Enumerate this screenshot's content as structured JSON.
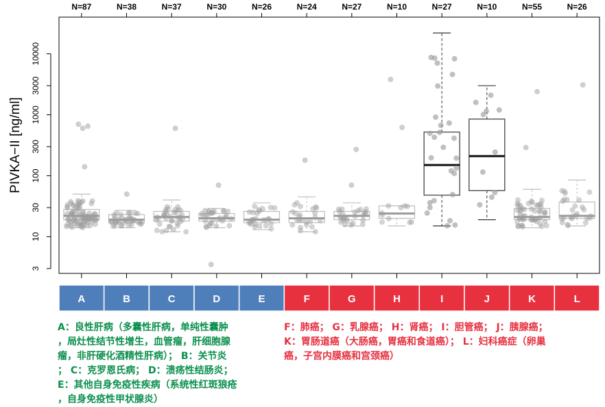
{
  "colors": {
    "benign_group": "#4f7fba",
    "cancer_group": "#e8313f",
    "benign_text": "#0b8f4d",
    "cancer_text": "#e63040",
    "box_default": "#bdbdbd",
    "box_highlight": "#333333",
    "point": "#9e9e9e"
  },
  "chart_data": {
    "type": "box",
    "ylabel": "PIVKA−II [ng/ml]",
    "yscale": "log",
    "ylim": [
      2.5,
      40000
    ],
    "yticks": [
      3,
      10,
      30,
      100,
      300,
      1000,
      3000,
      10000
    ],
    "ytick_labels": [
      "3",
      "10",
      "30",
      "100",
      "300",
      "1000",
      "3000",
      "10000"
    ],
    "groups": [
      {
        "label": "A",
        "n_label": "N=87",
        "category": "benign",
        "stats": {
          "q1": 19,
          "median": 22,
          "q3": 28,
          "whisker_low": 14,
          "whisker_high": 50
        },
        "outliers": [
          140,
          600,
          650,
          700
        ],
        "highlight": false
      },
      {
        "label": "B",
        "n_label": "N=38",
        "category": "benign",
        "stats": {
          "q1": 17,
          "median": 19,
          "q3": 23,
          "whisker_low": 14,
          "whisker_high": 27
        },
        "outliers": [
          50
        ],
        "highlight": false
      },
      {
        "label": "C",
        "n_label": "N=37",
        "category": "benign",
        "stats": {
          "q1": 18,
          "median": 21,
          "q3": 26,
          "whisker_low": 12,
          "whisker_high": 40
        },
        "outliers": [
          600
        ],
        "highlight": false
      },
      {
        "label": "D",
        "n_label": "N=30",
        "category": "benign",
        "stats": {
          "q1": 18,
          "median": 20,
          "q3": 24,
          "whisker_low": 14,
          "whisker_high": 29
        },
        "outliers": [
          3.5,
          70
        ],
        "highlight": false
      },
      {
        "label": "E",
        "n_label": "N=26",
        "category": "benign",
        "stats": {
          "q1": 17,
          "median": 19,
          "q3": 26,
          "whisker_low": 13,
          "whisker_high": 36
        },
        "outliers": [],
        "highlight": false
      },
      {
        "label": "F",
        "n_label": "N=24",
        "category": "cancer",
        "stats": {
          "q1": 17,
          "median": 20,
          "q3": 26,
          "whisker_low": 12,
          "whisker_high": 45
        },
        "outliers": [
          180
        ],
        "highlight": false
      },
      {
        "label": "G",
        "n_label": "N=27",
        "category": "cancer",
        "stats": {
          "q1": 19,
          "median": 22,
          "q3": 26,
          "whisker_low": 15,
          "whisker_high": 36
        },
        "outliers": [
          70,
          270
        ],
        "highlight": false
      },
      {
        "label": "H",
        "n_label": "N=10",
        "category": "cancer",
        "stats": {
          "q1": 20,
          "median": 24,
          "q3": 32,
          "whisker_low": 15,
          "whisker_high": 32
        },
        "outliers": [
          620,
          3800
        ],
        "highlight": false
      },
      {
        "label": "I",
        "n_label": "N=27",
        "category": "cancer",
        "stats": {
          "q1": 48,
          "median": 150,
          "q3": 520,
          "whisker_low": 15,
          "whisker_high": 22000
        },
        "outliers": [],
        "highlight": true
      },
      {
        "label": "J",
        "n_label": "N=10",
        "category": "cancer",
        "stats": {
          "q1": 57,
          "median": 210,
          "q3": 850,
          "whisker_low": 19,
          "whisker_high": 3000
        },
        "outliers": [],
        "highlight": true
      },
      {
        "label": "K",
        "n_label": "N=55",
        "category": "cancer",
        "stats": {
          "q1": 19,
          "median": 21,
          "q3": 29,
          "whisker_low": 14,
          "whisker_high": 60
        },
        "outliers": [
          290,
          2400
        ],
        "highlight": false
      },
      {
        "label": "L",
        "n_label": "N=26",
        "category": "cancer",
        "stats": {
          "q1": 20,
          "median": 22,
          "q3": 37,
          "whisker_low": 15,
          "whisker_high": 85
        },
        "outliers": [
          3100
        ],
        "highlight": false
      }
    ]
  },
  "legend": {
    "benign_lines": [
      "A：良性肝病（多囊性肝病，单纯性囊肿",
      "，局灶性结节性增生，血管瘤，肝细胞腺",
      "瘤，非肝硬化酒精性肝病）； B：关节炎",
      "； C：克罗恩氏病； D：溃疡性结肠炎；",
      "E：其他自身免疫性疾病（系统性红斑狼疮",
      "，自身免疫性甲状腺炎）"
    ],
    "cancer_lines": [
      "F：肺癌； G：乳腺癌； H：肾癌； I：胆管癌； J：胰腺癌；",
      "K：胃肠道癌（大肠癌，胃癌和食道癌）； L：妇科癌症（卵巢",
      "癌，子宫内膜癌和宫颈癌）"
    ]
  }
}
